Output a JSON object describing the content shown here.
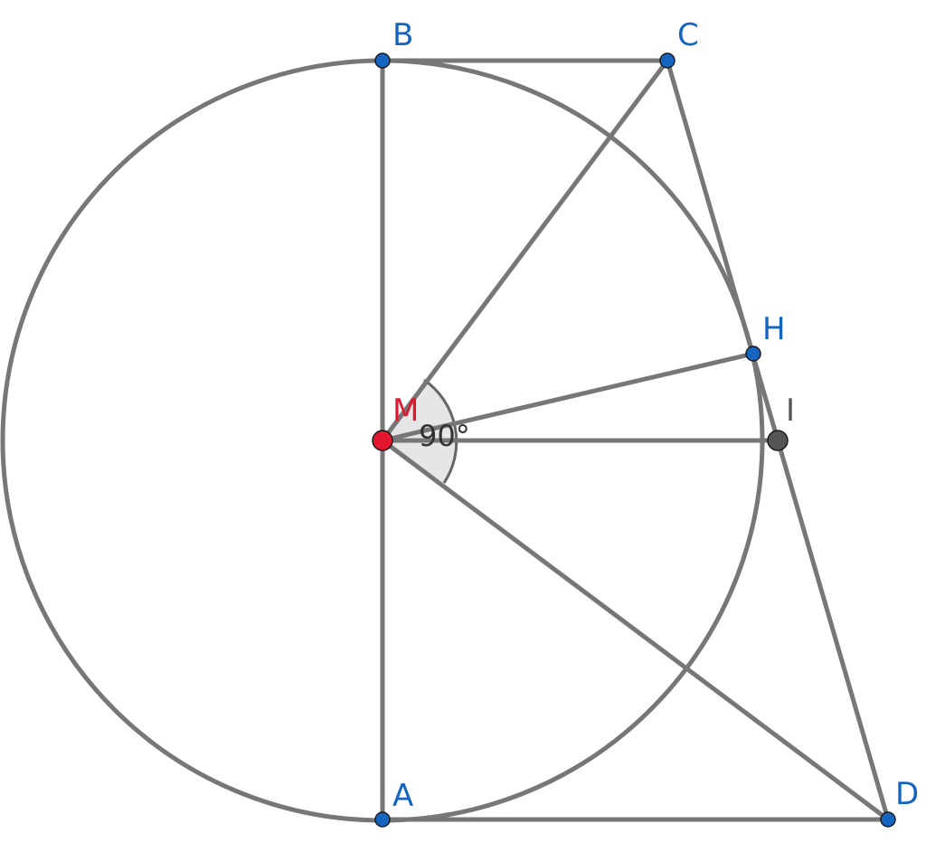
{
  "colors": {
    "stroke": "#777777",
    "point_blue": "#1565C0",
    "point_center": "#E3162E",
    "point_gray": "#555555",
    "label_blue": "#1565C0",
    "label_red": "#E3162E",
    "label_gray": "#555555",
    "angle_fill": "#e6e6e6"
  },
  "points": {
    "B": {
      "label": "B",
      "color": "blue"
    },
    "C": {
      "label": "C",
      "color": "blue"
    },
    "H": {
      "label": "H",
      "color": "blue"
    },
    "I": {
      "label": "I",
      "color": "gray"
    },
    "M": {
      "label": "M",
      "color": "red"
    },
    "A": {
      "label": "A",
      "color": "blue"
    },
    "D": {
      "label": "D",
      "color": "blue"
    }
  },
  "angle": {
    "vertex": "M",
    "label": "90°"
  },
  "segments": [
    [
      "B",
      "C"
    ],
    [
      "C",
      "D"
    ],
    [
      "A",
      "D"
    ],
    [
      "B",
      "A"
    ],
    [
      "M",
      "C"
    ],
    [
      "M",
      "D"
    ],
    [
      "M",
      "H"
    ],
    [
      "M",
      "I"
    ]
  ],
  "circle": {
    "center": "M",
    "through": "A"
  }
}
